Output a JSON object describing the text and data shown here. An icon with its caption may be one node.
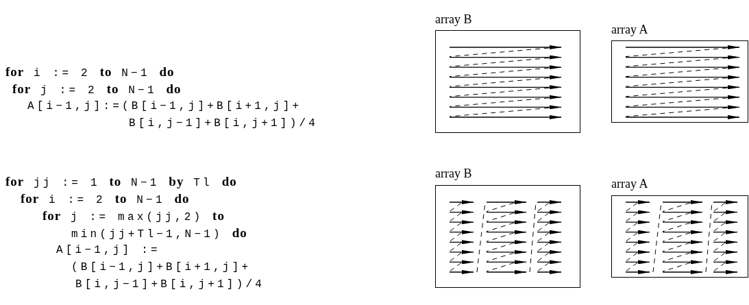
{
  "diagram": {
    "nodes": [
      {
        "text": [
          "array B"
        ]
      },
      {
        "text": [
          "array A"
        ]
      },
      {
        "text": [
          "array B"
        ]
      },
      {
        "text": [
          "array A"
        ]
      }
    ],
    "labels": [
      "**for** i := 2 **to** N−1 **do**",
      "**for** j := 2 **to** N−1 **do**",
      "A[i−1,j]:=(B[i−1,j]+B[i+1,j]+",
      "B[i,j−1]+B[i,j+1])/4",
      "**for** jj := 1 **to** N−1 **by** Tl **do**",
      "**for** i := 2 **to** N−1 **do**",
      "**for** j := max(jj,2) **to**",
      "min(jj+Tl−1,N−1) **do**",
      "A[i−1,j] :=",
      "(B[i−1,j]+B[i+1,j]+",
      "B[i,j−1]+B[i,j+1])/4"
    ]
  }
}
